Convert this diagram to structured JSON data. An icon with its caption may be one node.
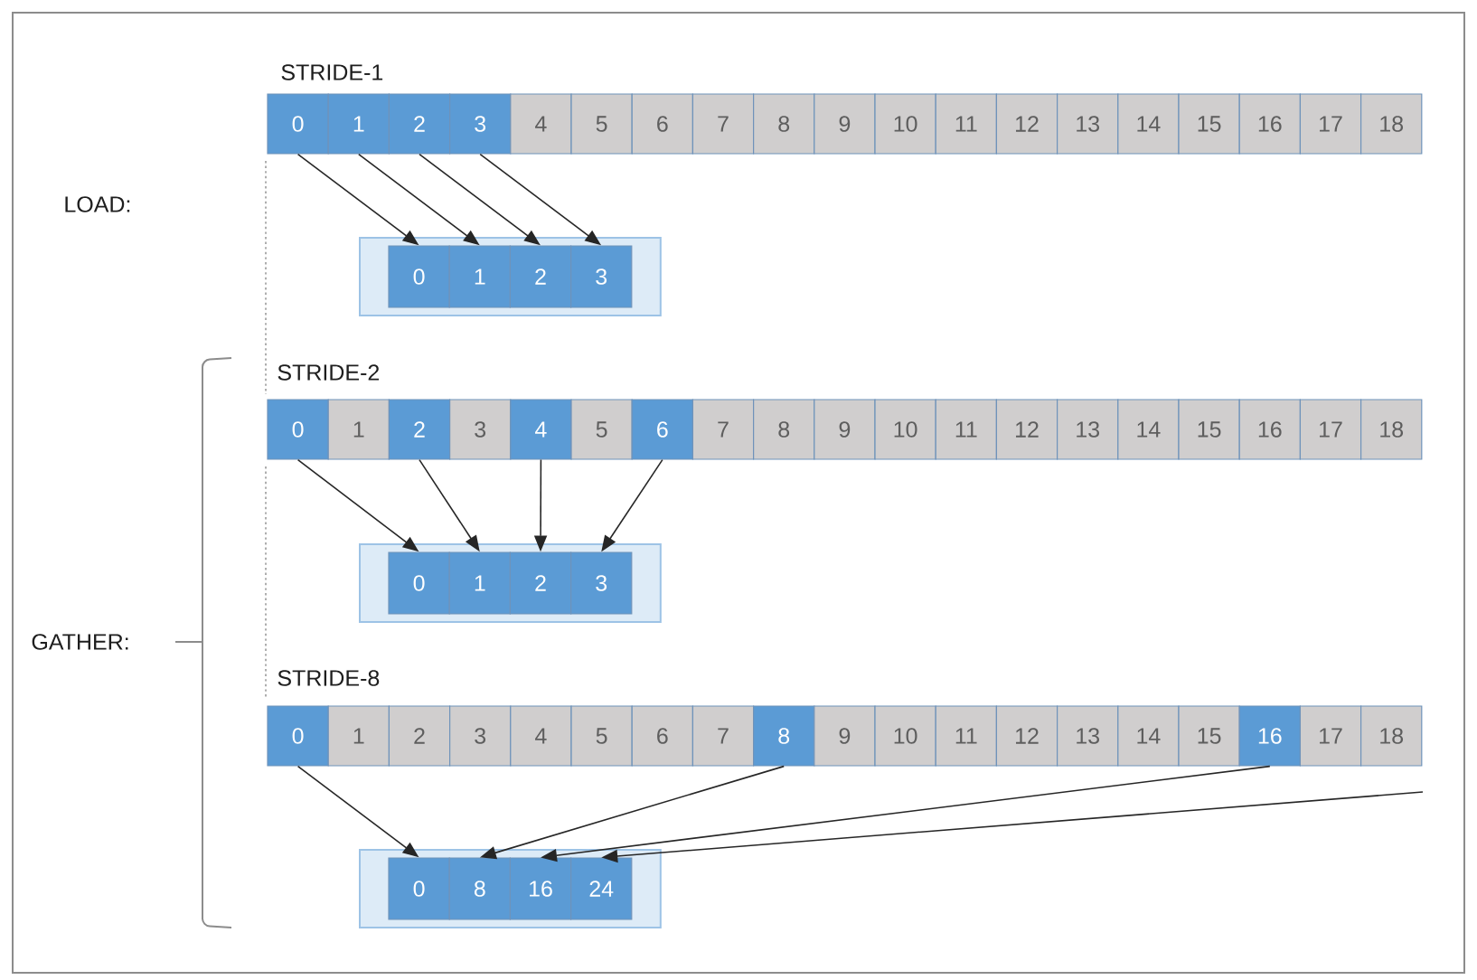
{
  "diagram": {
    "nodes": [
      {
        "text": [
          "0"
        ]
      },
      {
        "text": [
          "1"
        ]
      },
      {
        "text": [
          "2"
        ]
      },
      {
        "text": [
          "3"
        ]
      },
      {
        "text": [
          "4"
        ]
      },
      {
        "text": [
          "5"
        ]
      },
      {
        "text": [
          "6"
        ]
      },
      {
        "text": [
          "7"
        ]
      },
      {
        "text": [
          "8"
        ]
      },
      {
        "text": [
          "9"
        ]
      },
      {
        "text": [
          "10"
        ]
      },
      {
        "text": [
          "11"
        ]
      },
      {
        "text": [
          "12"
        ]
      },
      {
        "text": [
          "13"
        ]
      },
      {
        "text": [
          "14"
        ]
      },
      {
        "text": [
          "15"
        ]
      },
      {
        "text": [
          "16"
        ]
      },
      {
        "text": [
          "17"
        ]
      },
      {
        "text": [
          "18"
        ]
      },
      {
        "text": [],
        "shape": "box"
      },
      {
        "text": [
          "0"
        ],
        "in": 19
      },
      {
        "text": [
          "1"
        ],
        "in": 19
      },
      {
        "text": [
          "2"
        ],
        "in": 19
      },
      {
        "text": [
          "3"
        ],
        "in": 19
      },
      {
        "text": [
          "0"
        ]
      },
      {
        "text": [
          "1"
        ]
      },
      {
        "text": [
          "2"
        ]
      },
      {
        "text": [
          "3"
        ]
      },
      {
        "text": [
          "4"
        ]
      },
      {
        "text": [
          "5"
        ]
      },
      {
        "text": [
          "6"
        ]
      },
      {
        "text": [
          "7"
        ]
      },
      {
        "text": [
          "8"
        ]
      },
      {
        "text": [
          "9"
        ]
      },
      {
        "text": [
          "10"
        ]
      },
      {
        "text": [
          "11"
        ]
      },
      {
        "text": [
          "12"
        ]
      },
      {
        "text": [
          "13"
        ]
      },
      {
        "text": [
          "14"
        ]
      },
      {
        "text": [
          "15"
        ]
      },
      {
        "text": [
          "16"
        ]
      },
      {
        "text": [
          "17"
        ]
      },
      {
        "text": [
          "18"
        ]
      },
      {
        "text": [],
        "shape": "box"
      },
      {
        "text": [
          "0"
        ],
        "in": 43
      },
      {
        "text": [
          "1"
        ],
        "in": 43
      },
      {
        "text": [
          "2"
        ],
        "in": 43
      },
      {
        "text": [
          "3"
        ],
        "in": 43
      },
      {
        "text": [
          "0"
        ]
      },
      {
        "text": [
          "1"
        ]
      },
      {
        "text": [
          "2"
        ]
      },
      {
        "text": [
          "3"
        ]
      },
      {
        "text": [
          "4"
        ]
      },
      {
        "text": [
          "5"
        ]
      },
      {
        "text": [
          "6"
        ]
      },
      {
        "text": [
          "7"
        ]
      },
      {
        "text": [
          "8"
        ]
      },
      {
        "text": [
          "9"
        ]
      },
      {
        "text": [
          "10"
        ]
      },
      {
        "text": [
          "11"
        ]
      },
      {
        "text": [
          "12"
        ]
      },
      {
        "text": [
          "13"
        ]
      },
      {
        "text": [
          "14"
        ]
      },
      {
        "text": [
          "15"
        ]
      },
      {
        "text": [
          "16"
        ]
      },
      {
        "text": [
          "17"
        ]
      },
      {
        "text": [
          "18"
        ]
      },
      {
        "text": [],
        "shape": "box"
      },
      {
        "text": [
          "0"
        ],
        "in": 67
      },
      {
        "text": [
          "8"
        ],
        "in": 67
      },
      {
        "text": [
          "16"
        ],
        "in": 67
      },
      {
        "text": [
          "24"
        ],
        "in": 67
      }
    ],
    "edges": [
      {
        "from": 0,
        "to": 20,
        "arrow": "to"
      },
      {
        "from": 1,
        "to": 21,
        "arrow": "to"
      },
      {
        "from": 2,
        "to": 22,
        "arrow": "to"
      },
      {
        "from": 3,
        "to": 23,
        "arrow": "to"
      },
      {
        "from": 24,
        "to": 44,
        "arrow": "to"
      },
      {
        "from": 26,
        "to": 45,
        "arrow": "to"
      },
      {
        "from": 28,
        "to": 46,
        "arrow": "to"
      },
      {
        "from": 30,
        "to": 47,
        "arrow": "to"
      },
      {
        "from": 48,
        "to": 68,
        "arrow": "to"
      },
      {
        "from": 56,
        "to": 69,
        "arrow": "to"
      },
      {
        "from": 64,
        "to": 70,
        "arrow": "to"
      },
      {
        "from": null,
        "to": 71,
        "arrow": "to"
      }
    ],
    "labels": [
      "STRIDE-1",
      "LOAD:",
      "STRIDE-2",
      "GATHER:",
      "STRIDE-8"
    ]
  }
}
